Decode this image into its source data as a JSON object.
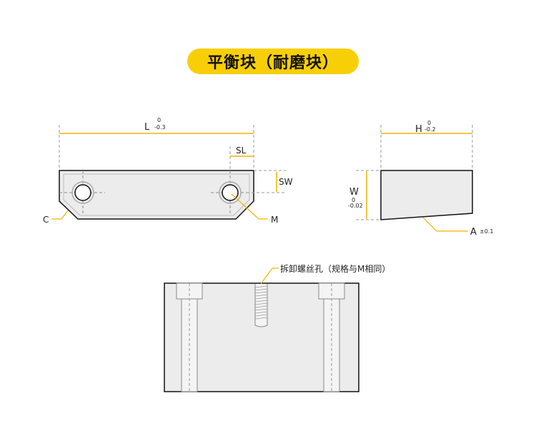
{
  "title": "平衡块（耐磨块）",
  "colors": {
    "accent": "#f8cf07",
    "dimension_line": "#f0b400",
    "outline": "#111111",
    "fill": "#ececec",
    "inner_line": "#aaaaaa",
    "center_line": "#888888"
  },
  "top_view": {
    "length_label": "L",
    "length_tol_upper": "0",
    "length_tol_lower": "-0.3",
    "slot_length_label": "SL",
    "slot_width_label": "SW",
    "chamfer_label": "C",
    "thread_label": "M"
  },
  "side_view": {
    "height_label": "H",
    "height_tol_upper": "0",
    "height_tol_lower": "-0.2",
    "width_label": "W",
    "width_tol_upper": "0",
    "width_tol_lower": "-0.02",
    "angle_label": "A",
    "angle_tol": "±0.1"
  },
  "section_view": {
    "callout": "拆卸螺丝孔（规格与M相同）"
  }
}
